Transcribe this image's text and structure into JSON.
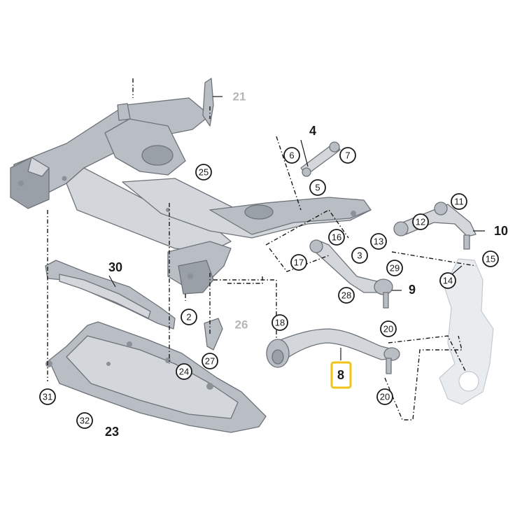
{
  "diagram": {
    "callouts": {
      "c2": "2",
      "c3": "3",
      "c5": "5",
      "c6": "6",
      "c7": "7",
      "c11": "11",
      "c12": "12",
      "c13": "13",
      "c14": "14",
      "c15": "15",
      "c16": "16",
      "c17": "17",
      "c18": "18",
      "c20a": "20",
      "c20b": "20",
      "c24": "24",
      "c25": "25",
      "c27": "27",
      "c28": "28",
      "c29": "29",
      "c31": "31",
      "c32": "32"
    },
    "bold_labels": {
      "b4": "4",
      "b8": "8",
      "b9": "9",
      "b10": "10",
      "b23": "23",
      "b30": "30"
    },
    "ghost_labels": {
      "g21": "21",
      "g26": "26"
    },
    "highlighted_part": "8",
    "colors": {
      "highlight": "#f0c419",
      "part_gray": "#b9bec4",
      "ghost_text": "#b5b5b5",
      "ink": "#1a1a1a"
    }
  }
}
